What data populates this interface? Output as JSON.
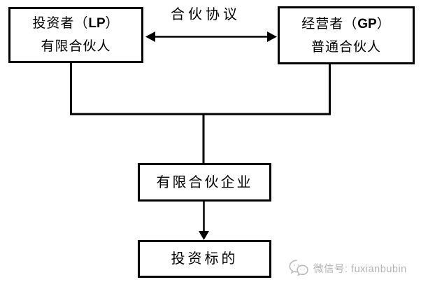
{
  "diagram": {
    "agreement_label": "合伙协议",
    "boxes": {
      "investor": {
        "prefix": "投资者（",
        "code": "LP",
        "suffix": "）",
        "line2": "有限合伙人"
      },
      "operator": {
        "prefix": "经营者（",
        "code": "GP",
        "suffix": "）",
        "line2": "普通合伙人"
      },
      "partnership": {
        "label": "有限合伙企业"
      },
      "target": {
        "label": "投资标的"
      }
    },
    "colors": {
      "line": "#000000",
      "background": "#ffffff",
      "watermark": "#b3b3b3"
    }
  },
  "watermark": {
    "icon": "wechat-icon",
    "text": "微信号: fuxianbubin"
  }
}
